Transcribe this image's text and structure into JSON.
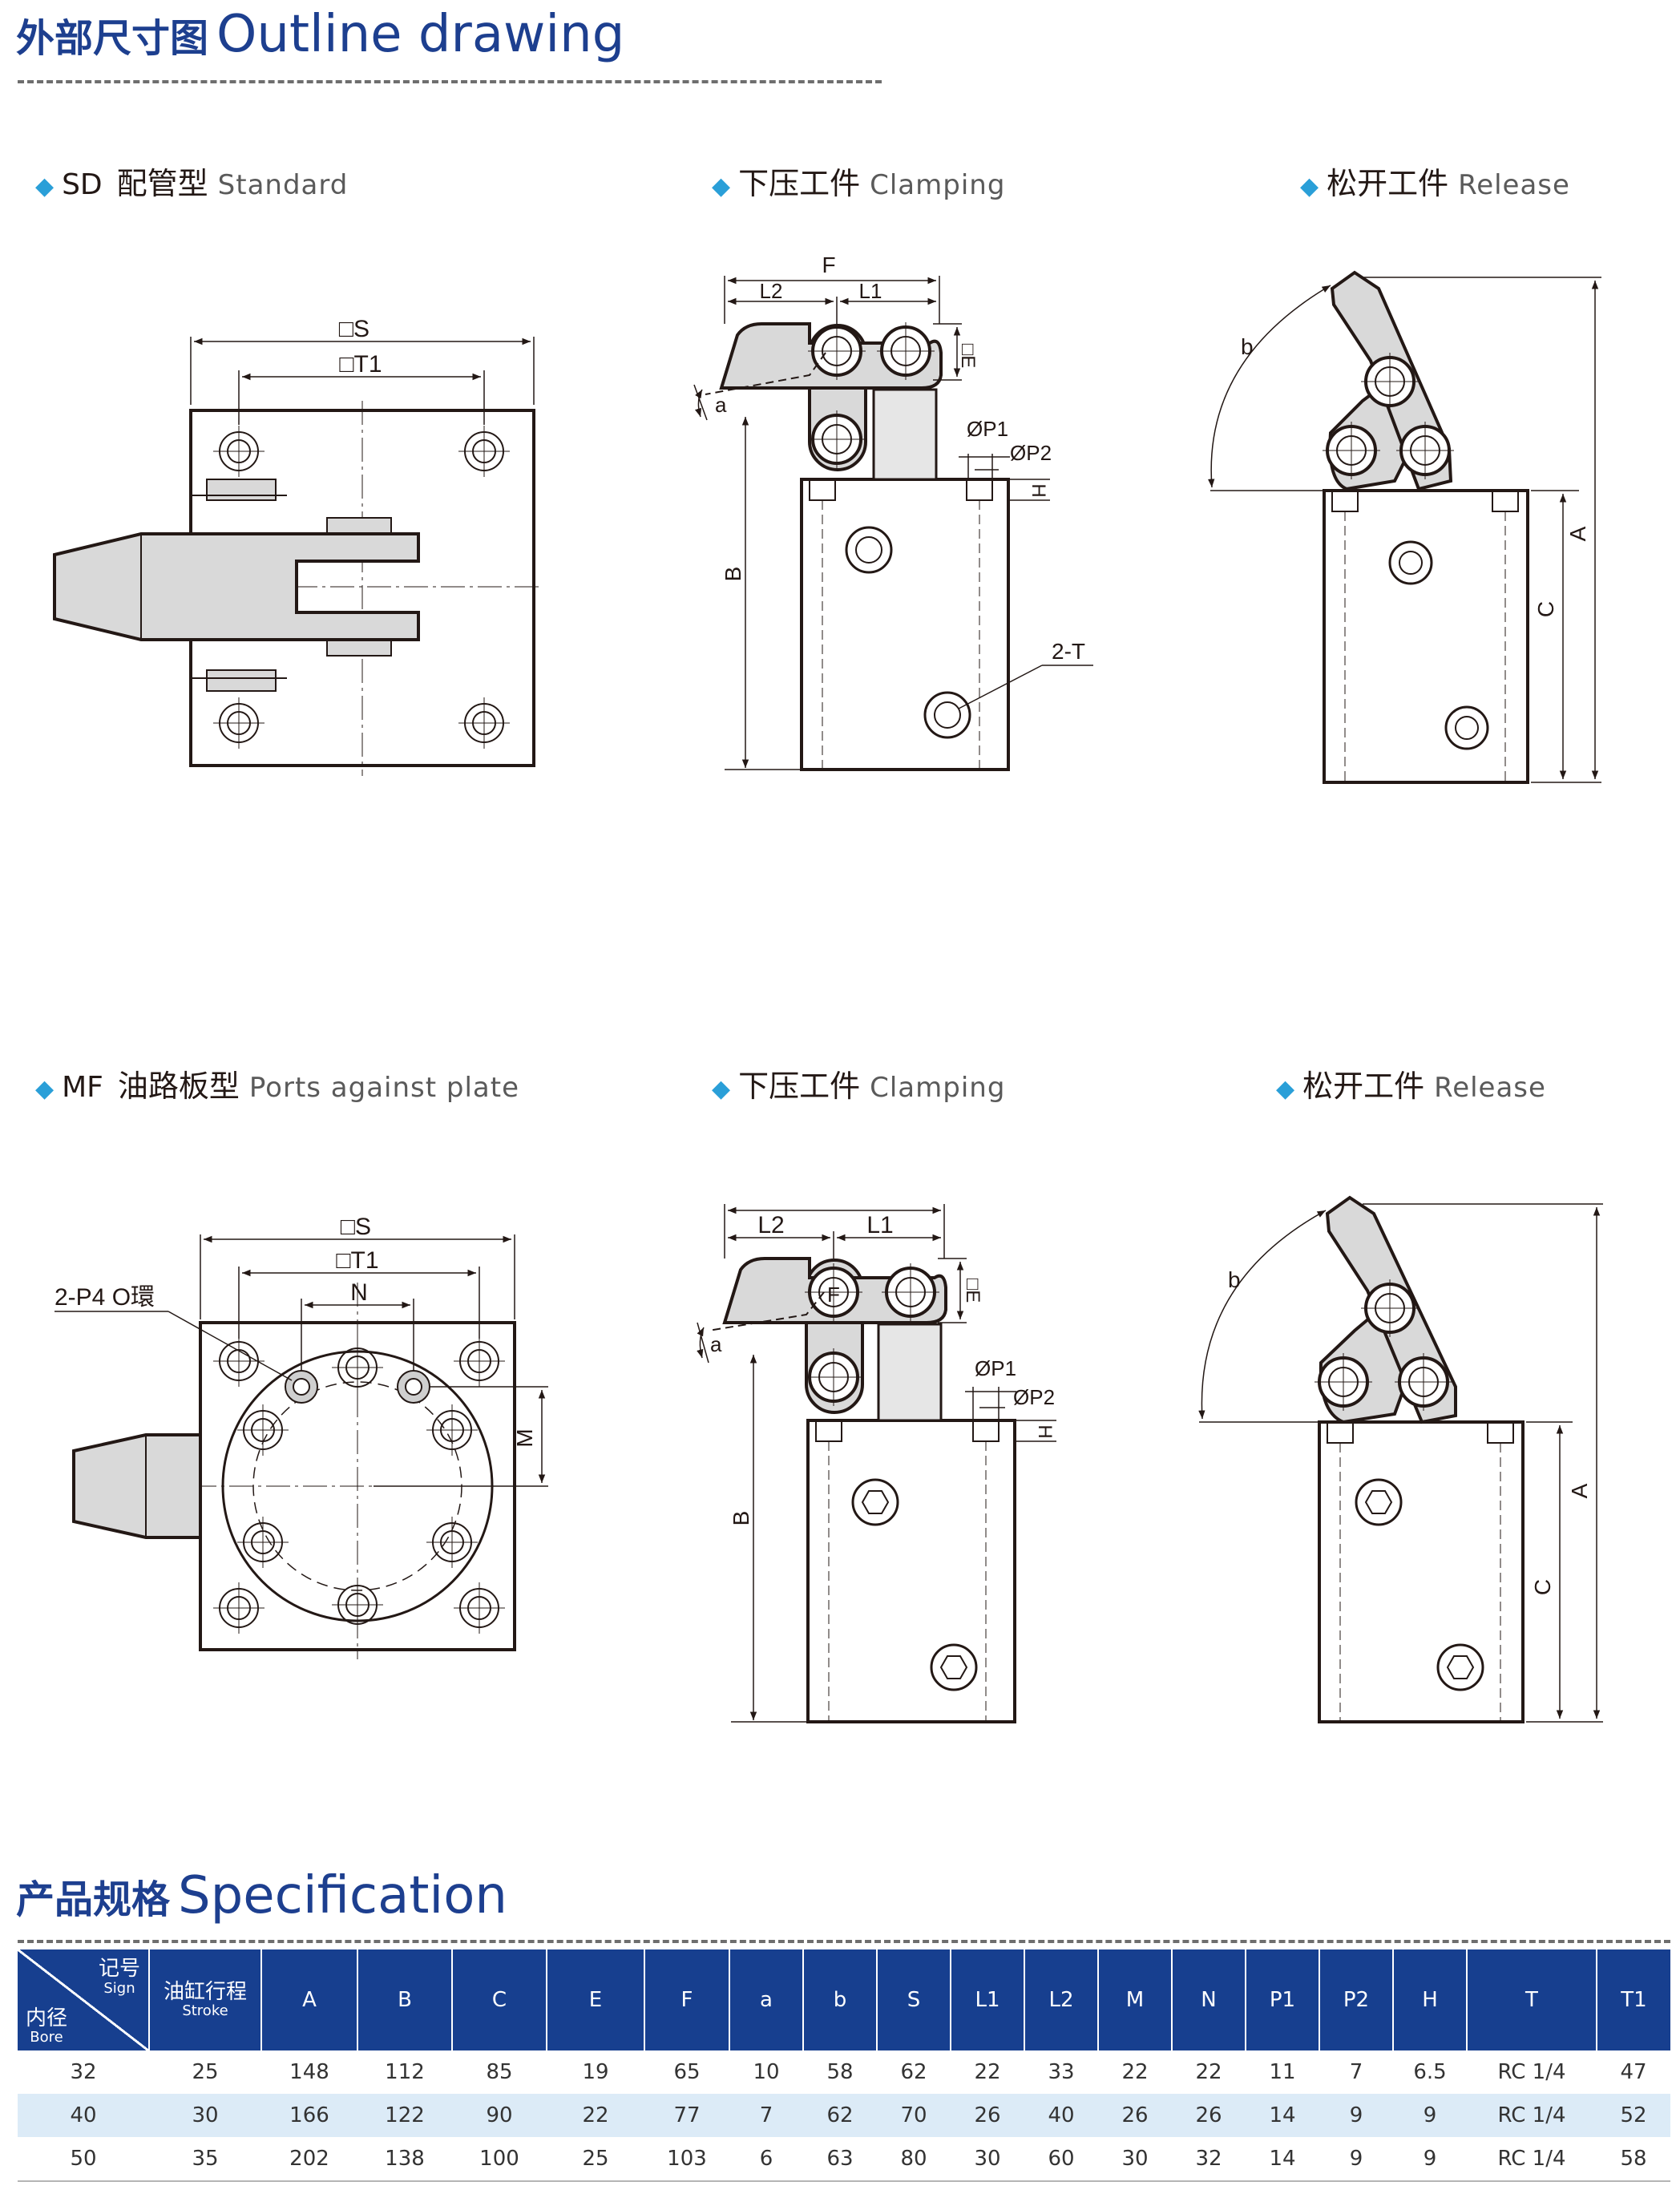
{
  "outline": {
    "title_cn": "外部尺寸图",
    "title_en": "Outline drawing"
  },
  "spec": {
    "title_cn": "产品规格",
    "title_en": "Specification"
  },
  "sections": {
    "sd": {
      "code": "SD",
      "cn": "配管型",
      "en": "Standard"
    },
    "sd_clamp": {
      "cn": "下压工件",
      "en": "Clamping"
    },
    "sd_release": {
      "cn": "松开工件",
      "en": "Release"
    },
    "mf": {
      "code": "MF",
      "cn": "油路板型",
      "en": "Ports against plate"
    },
    "mf_clamp": {
      "cn": "下压工件",
      "en": "Clamping"
    },
    "mf_release": {
      "cn": "松开工件",
      "en": "Release"
    }
  },
  "dims": {
    "S": "□S",
    "T1": "□T1",
    "F": "F",
    "L1": "L1",
    "L2": "L2",
    "E": "□E",
    "a": "a",
    "P1": "ØP1",
    "P2": "ØP2",
    "H": "H",
    "B": "B",
    "T2": "2-T",
    "A": "A",
    "C": "C",
    "b": "b",
    "N": "N",
    "M": "M",
    "P4": "2-P4  O環"
  },
  "table": {
    "corner_sign_cn": "记号",
    "corner_sign_en": "Sign",
    "corner_bore_cn": "内径",
    "corner_bore_en": "Bore",
    "stroke_cn": "油缸行程",
    "stroke_en": "Stroke",
    "headers": [
      "A",
      "B",
      "C",
      "E",
      "F",
      "a",
      "b",
      "S",
      "L1",
      "L2",
      "M",
      "N",
      "P1",
      "P2",
      "H",
      "T",
      "T1"
    ],
    "rows": [
      [
        "32",
        "25",
        "148",
        "112",
        "85",
        "19",
        "65",
        "10",
        "58",
        "62",
        "22",
        "33",
        "22",
        "22",
        "11",
        "7",
        "6.5",
        "RC 1/4",
        "47"
      ],
      [
        "40",
        "30",
        "166",
        "122",
        "90",
        "22",
        "77",
        "7",
        "62",
        "70",
        "26",
        "40",
        "26",
        "26",
        "14",
        "9",
        "9",
        "RC 1/4",
        "52"
      ],
      [
        "50",
        "35",
        "202",
        "138",
        "100",
        "25",
        "103",
        "6",
        "63",
        "80",
        "30",
        "60",
        "30",
        "32",
        "14",
        "9",
        "9",
        "RC 1/4",
        "58"
      ]
    ]
  }
}
